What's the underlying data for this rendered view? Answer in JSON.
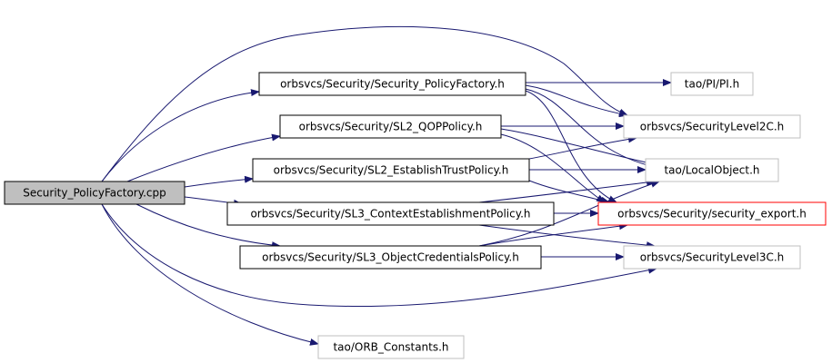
{
  "graph": {
    "nodes": [
      {
        "id": "root",
        "label": "Security_PolicyFactory.cpp",
        "style": "root"
      },
      {
        "id": "n1",
        "label": "orbsvcs/Security/Security_PolicyFactory.h",
        "style": "normal"
      },
      {
        "id": "n2",
        "label": "orbsvcs/Security/SL2_QOPPolicy.h",
        "style": "normal"
      },
      {
        "id": "n3",
        "label": "orbsvcs/Security/SL2_EstablishTrustPolicy.h",
        "style": "normal"
      },
      {
        "id": "n4",
        "label": "orbsvcs/Security/SL3_ContextEstablishmentPolicy.h",
        "style": "normal"
      },
      {
        "id": "n5",
        "label": "orbsvcs/Security/SL3_ObjectCredentialsPolicy.h",
        "style": "normal"
      },
      {
        "id": "n6",
        "label": "tao/PI/PI.h",
        "style": "external"
      },
      {
        "id": "n7",
        "label": "orbsvcs/SecurityLevel2C.h",
        "style": "external"
      },
      {
        "id": "n8",
        "label": "tao/LocalObject.h",
        "style": "external"
      },
      {
        "id": "n9",
        "label": "orbsvcs/Security/security_export.h",
        "style": "missing"
      },
      {
        "id": "n10",
        "label": "orbsvcs/SecurityLevel3C.h",
        "style": "external"
      },
      {
        "id": "n11",
        "label": "tao/ORB_Constants.h",
        "style": "external"
      }
    ],
    "edges": [
      [
        "root",
        "n1"
      ],
      [
        "root",
        "n2"
      ],
      [
        "root",
        "n3"
      ],
      [
        "root",
        "n4"
      ],
      [
        "root",
        "n5"
      ],
      [
        "root",
        "n7"
      ],
      [
        "root",
        "n10"
      ],
      [
        "root",
        "n11"
      ],
      [
        "n1",
        "n6"
      ],
      [
        "n1",
        "n7"
      ],
      [
        "n1",
        "n8"
      ],
      [
        "n1",
        "n9"
      ],
      [
        "n2",
        "n7"
      ],
      [
        "n2",
        "n8"
      ],
      [
        "n2",
        "n9"
      ],
      [
        "n3",
        "n7"
      ],
      [
        "n3",
        "n8"
      ],
      [
        "n3",
        "n9"
      ],
      [
        "n4",
        "n8"
      ],
      [
        "n4",
        "n9"
      ],
      [
        "n4",
        "n10"
      ],
      [
        "n5",
        "n8"
      ],
      [
        "n5",
        "n9"
      ],
      [
        "n5",
        "n10"
      ]
    ],
    "colors": {
      "edge": "#191970",
      "root_fill": "#bfbfbf",
      "normal_border": "#000000",
      "external_border": "#bfbfbf",
      "missing_border": "#ff0000"
    }
  }
}
